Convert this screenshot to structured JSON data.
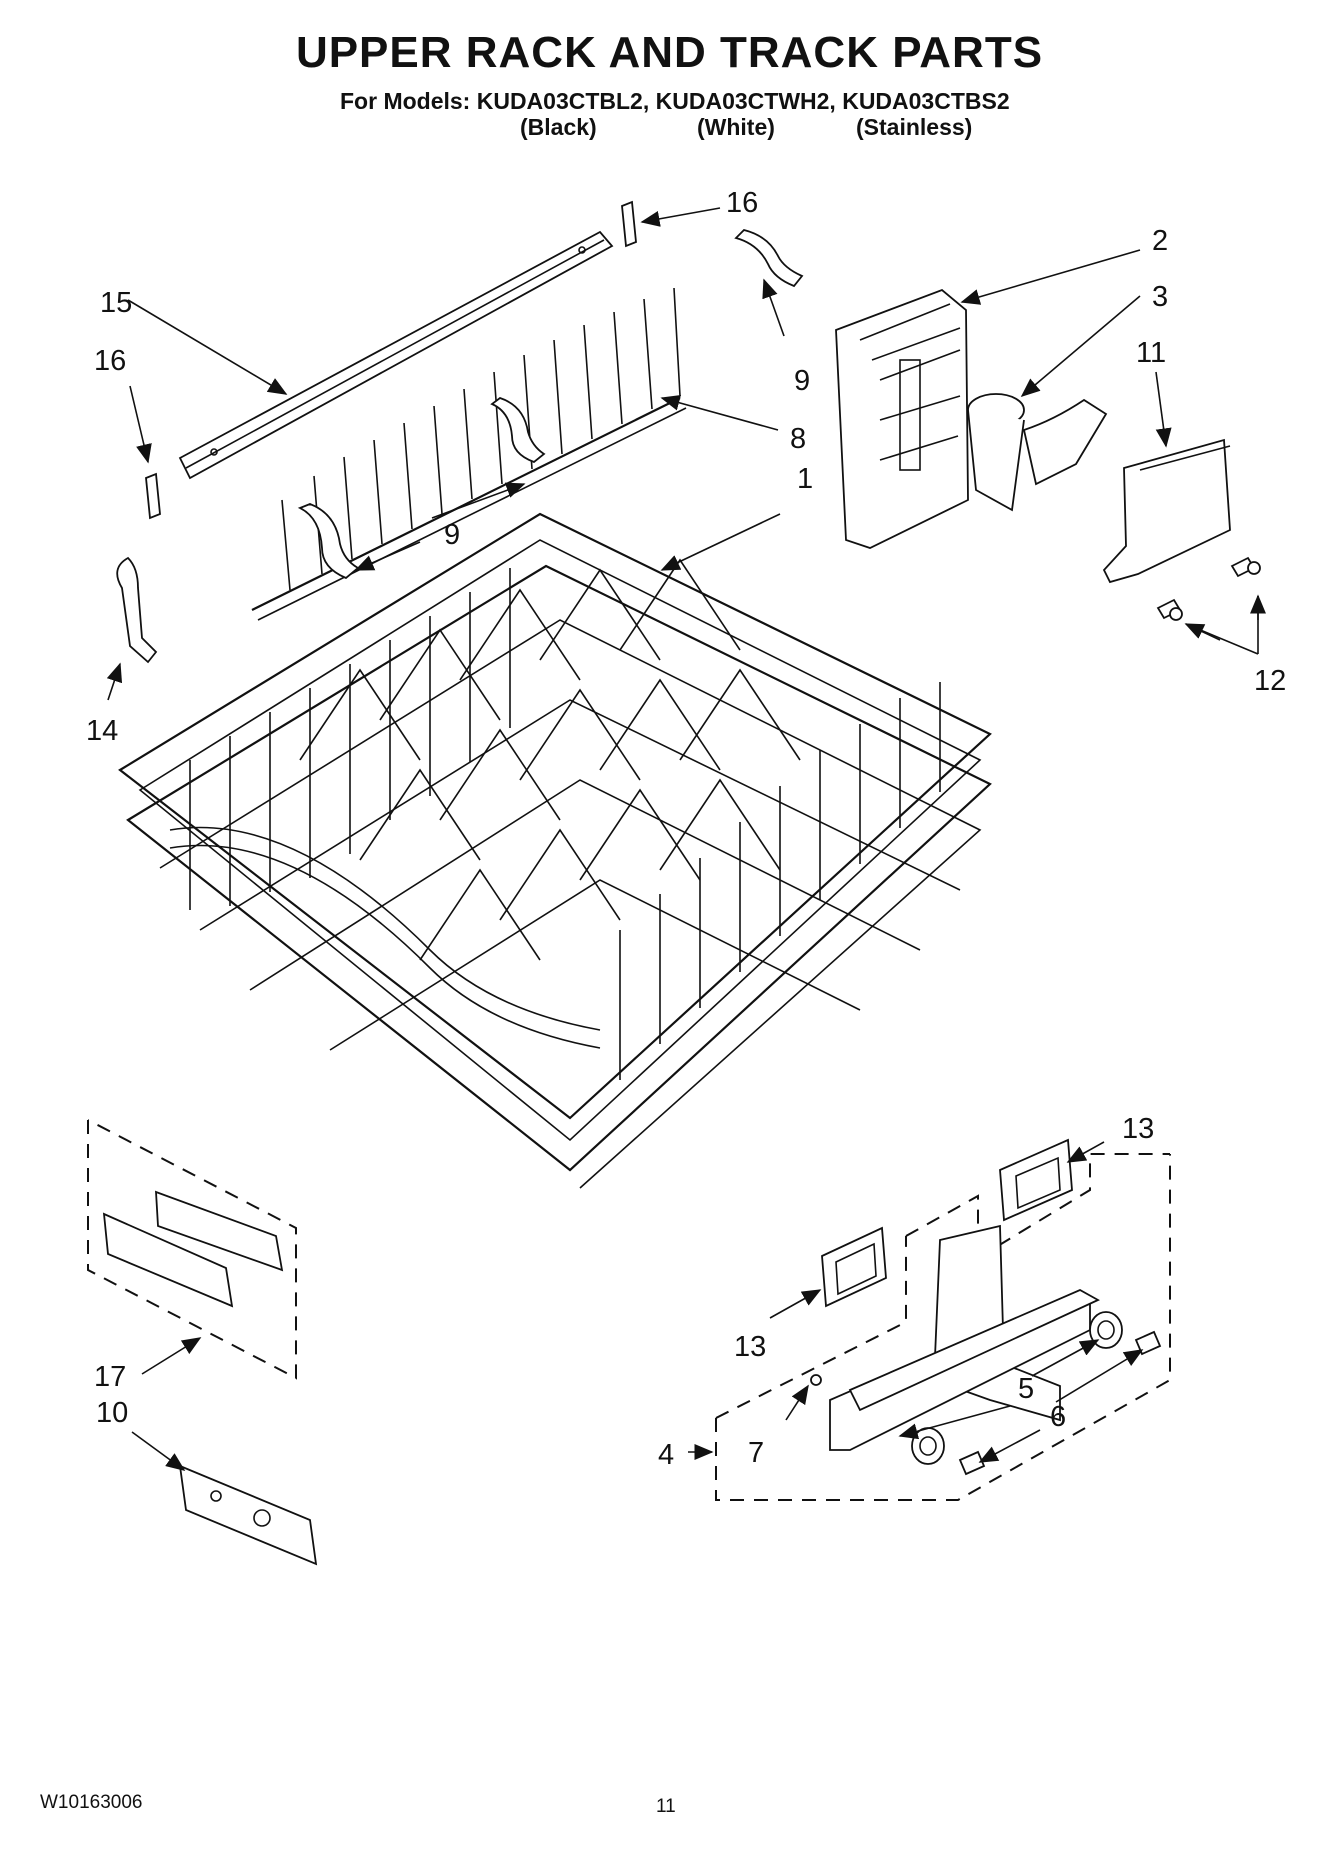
{
  "header": {
    "title": "UPPER RACK AND TRACK PARTS",
    "models_line": "For Models: KUDA03CTBL2, KUDA03CTWH2, KUDA03CTBS2",
    "color_black": "(Black)",
    "color_white": "(White)",
    "color_stainless": "(Stainless)"
  },
  "callouts": {
    "c1": "1",
    "c2": "2",
    "c3": "3",
    "c4": "4",
    "c5": "5",
    "c6": "6",
    "c7": "7",
    "c8": "8",
    "c9a": "9",
    "c9b": "9",
    "c10": "10",
    "c11": "11",
    "c12": "12",
    "c13a": "13",
    "c13b": "13",
    "c14": "14",
    "c15": "15",
    "c16a": "16",
    "c16b": "16",
    "c17": "17"
  },
  "footer": {
    "document_code": "W10163006",
    "page_number": "11"
  }
}
